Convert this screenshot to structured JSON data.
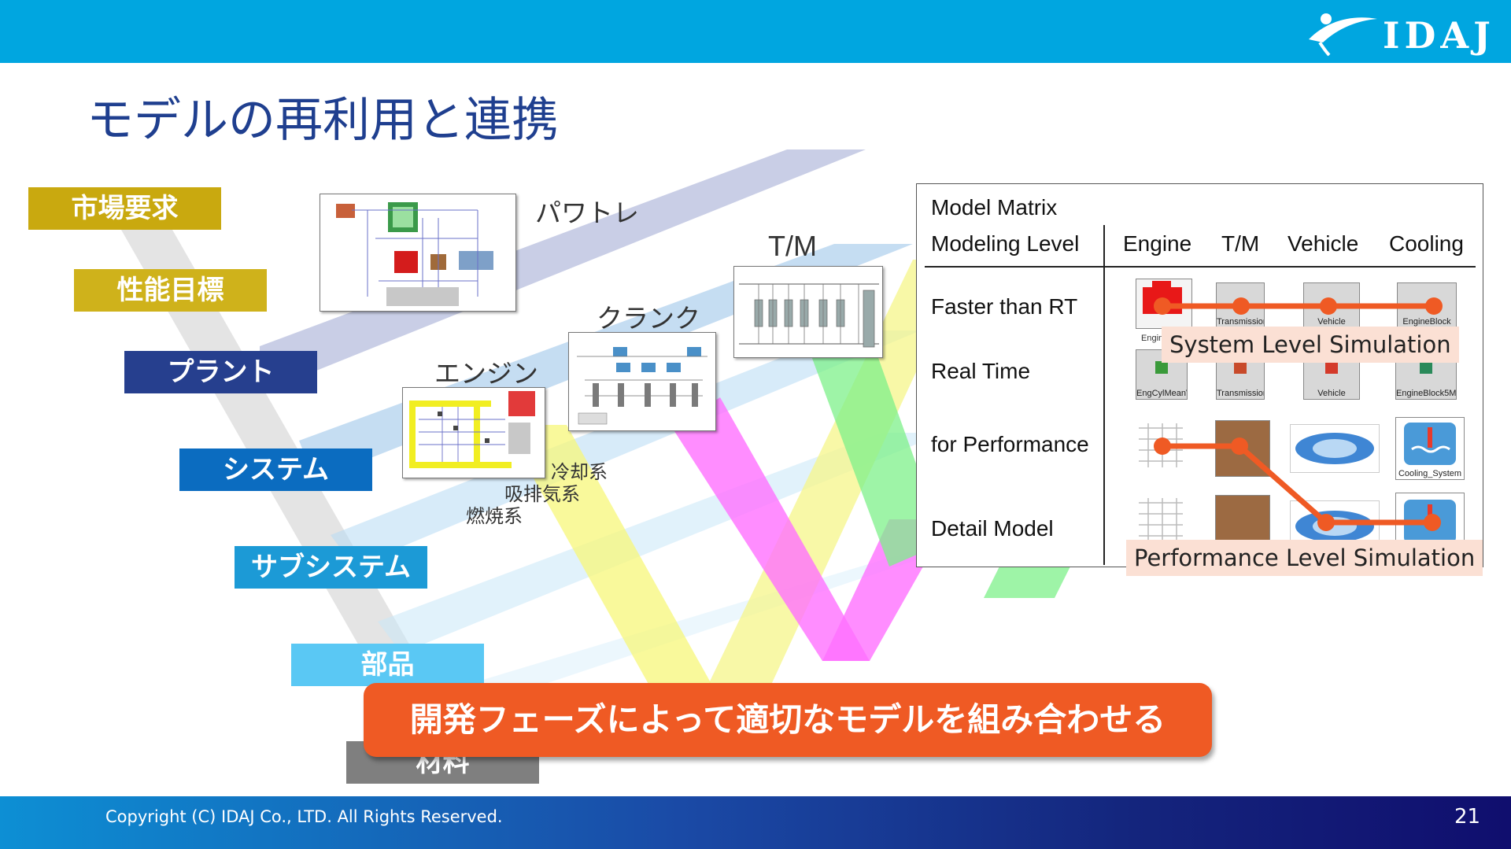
{
  "slide": {
    "title": "モデルの再利用と連携",
    "logo_text": "IDAJ",
    "copyright": "Copyright (C) IDAJ Co., LTD. All Rights Reserved.",
    "page_number": "21"
  },
  "levels": [
    {
      "label": "市場要求",
      "color": "#c9a90f"
    },
    {
      "label": "性能目標",
      "color": "#cfb21b"
    },
    {
      "label": "プラント",
      "color": "#263f8e"
    },
    {
      "label": "システム",
      "color": "#0b6cc0"
    },
    {
      "label": "サブシステム",
      "color": "#1c9ad6"
    },
    {
      "label": "部品",
      "color": "#5ac8f4"
    },
    {
      "label": "材料",
      "color": "#7f7f7f"
    }
  ],
  "diagram_labels": {
    "powertrain": "パワトレ",
    "tm": "T/M",
    "crank": "クランク",
    "engine": "エンジン",
    "cooling": "冷却系",
    "intake_exhaust": "吸排気系",
    "combustion": "燃焼系"
  },
  "model_matrix": {
    "title": "Model Matrix",
    "level_header": "Modeling Level",
    "columns": [
      "Engine",
      "T/M",
      "Vehicle",
      "Cooling"
    ],
    "rows": [
      "Faster than RT",
      "Real Time",
      "for Performance",
      "Detail Model"
    ],
    "icon_captions": {
      "r1": [
        "Engine",
        "Transmission",
        "Vehicle",
        "EngineBlock"
      ],
      "r2": [
        "EngCylMeanV",
        "Transmission",
        "Vehicle",
        "EngineBlock5M"
      ],
      "r3_cooling": "Cooling_System"
    },
    "system_sim_label": "System Level Simulation",
    "performance_sim_label": "Performance Level Simulation",
    "path_color": "#ef5a24"
  },
  "banner": {
    "text": "開発フェーズによって適切なモデルを組み合わせる",
    "color": "#ef5a24"
  }
}
